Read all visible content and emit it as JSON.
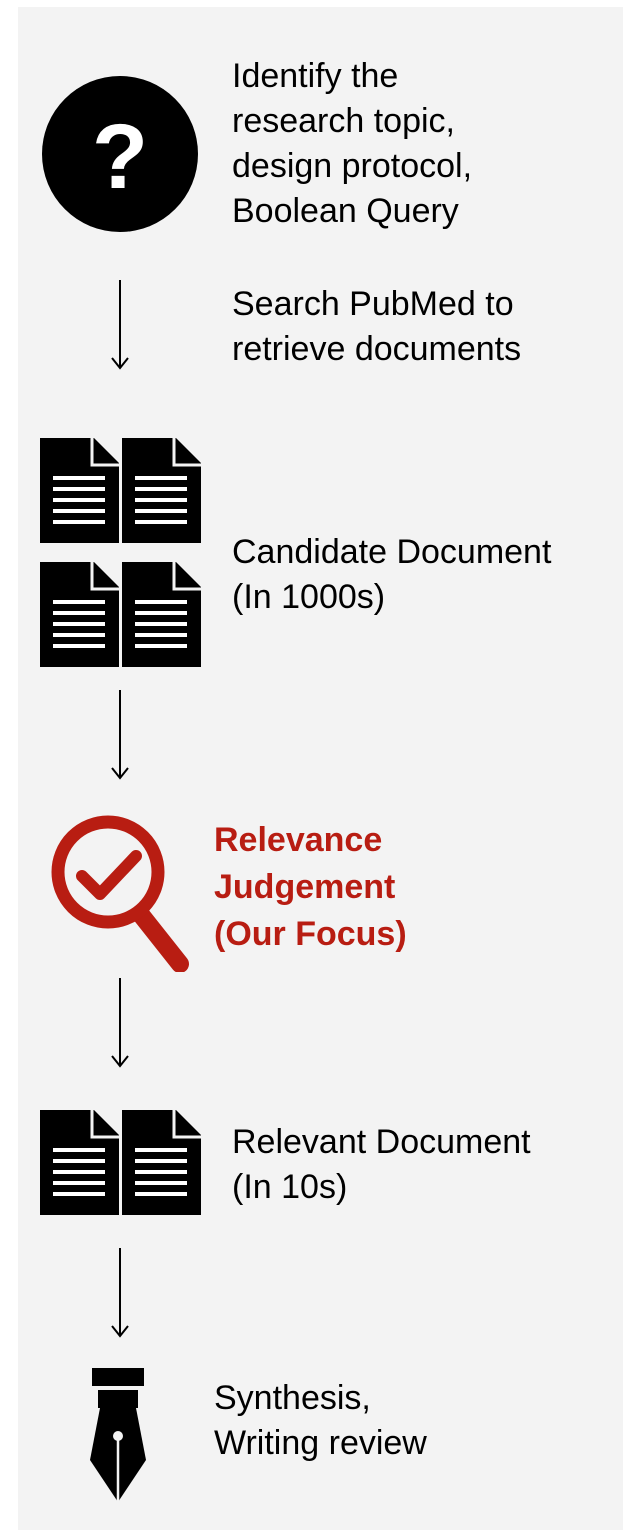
{
  "steps": [
    {
      "icon": "question-circle-icon",
      "lines": [
        "Identify the",
        "research topic,",
        "design protocol,",
        "Boolean Query"
      ]
    },
    {
      "icon": "down-arrow-icon",
      "lines": [
        "Search PubMed to",
        "retrieve documents"
      ]
    },
    {
      "icon": "four-documents-icon",
      "lines": [
        "Candidate Document",
        "(In 1000s)"
      ]
    },
    {
      "icon": "down-arrow-icon",
      "lines": []
    },
    {
      "icon": "magnifier-check-icon",
      "lines": [
        "Relevance",
        "Judgement",
        "(Our Focus)"
      ],
      "highlight": true
    },
    {
      "icon": "down-arrow-icon",
      "lines": []
    },
    {
      "icon": "two-documents-icon",
      "lines": [
        "Relevant Document",
        "(In 10s)"
      ]
    },
    {
      "icon": "down-arrow-icon",
      "lines": []
    },
    {
      "icon": "fountain-pen-icon",
      "lines": [
        "Synthesis,",
        "Writing review"
      ]
    }
  ],
  "colors": {
    "background": "#f3f3f3",
    "icon": "#000000",
    "highlight": "#b81d12"
  }
}
